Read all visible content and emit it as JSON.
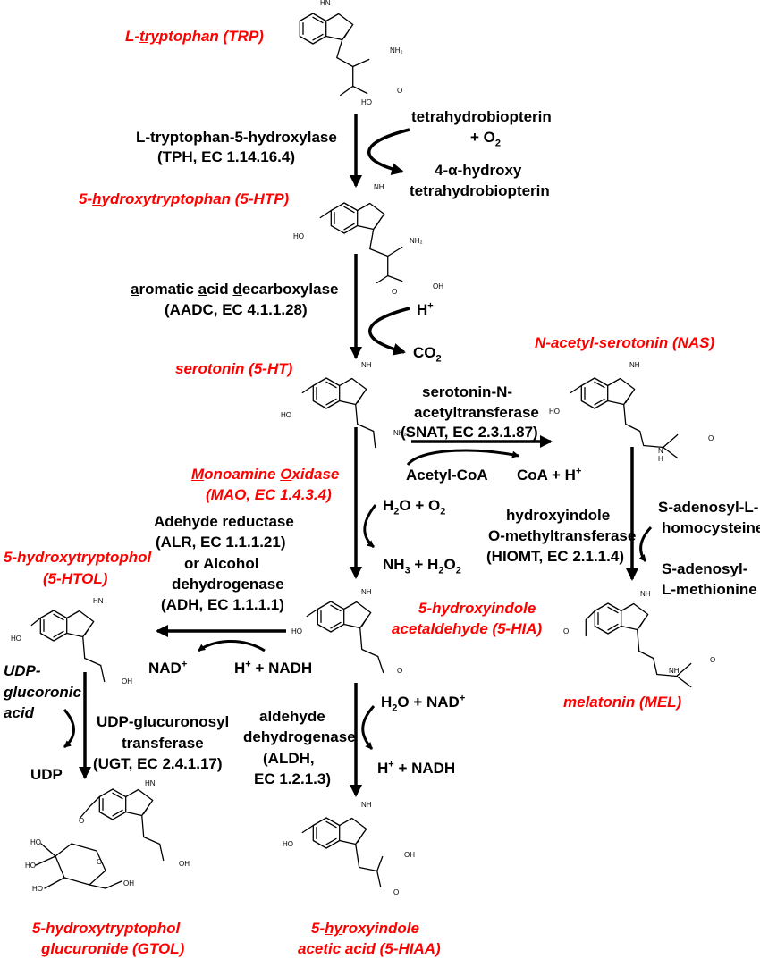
{
  "compounds": {
    "trp": {
      "pre": "L-",
      "u": "try",
      "post": "ptophan (TRP)"
    },
    "htp": {
      "pre": "5-",
      "u": "h",
      "post": "ydroxytryptophan (5-HTP)"
    },
    "ht": "serotonin (5-HT)",
    "nas": "N-acetyl-serotonin (NAS)",
    "htol1": "5-hydroxytryptophol",
    "htol2": "(5-HTOL)",
    "hia1": "5-hydroxyindole",
    "hia2": "acetaldehyde (5-HIA)",
    "mel": "melatonin (MEL)",
    "gtol1": "5-hydroxytryptophol",
    "gtol2": "glucuronide (GTOL)",
    "hiaa1": {
      "pre": "5-",
      "u": "hy",
      "post": "roxyindole"
    },
    "hiaa2": "acetic acid (5-HIAA)"
  },
  "enzymes": {
    "tph1": "L-tryptophan-5-hydroxylase",
    "tph2": "(TPH, EC 1.14.16.4)",
    "aadc1": {
      "u1": "a",
      "t1": "romatic ",
      "u2": "a",
      "t2": "cid ",
      "u3": "d",
      "t3": "ecarboxylase"
    },
    "aadc2": "(AADC, EC 4.1.1.28)",
    "snat1": "serotonin-N-",
    "snat2": "acetyltransferase",
    "snat3": "(SNAT, EC 2.3.1.87)",
    "mao1": {
      "u1": "M",
      "t1": "onoamine ",
      "u2": "O",
      "t2": "xidase"
    },
    "mao2": "(MAO, EC 1.4.3.4)",
    "alr1": "Adehyde reductase",
    "alr2": "(ALR, EC 1.1.1.21)",
    "alr3": "or Alcohol",
    "alr4": "dehydrogenase",
    "alr5": "(ADH, EC 1.1.1.1)",
    "hiomt1": "hydroxyindole",
    "hiomt2": "O-methyltransferase",
    "hiomt3": "(HIOMT, EC 2.1.1.4)",
    "ugt1": "UDP-glucuronosyl",
    "ugt2": "transferase",
    "ugt3": "(UGT, EC 2.4.1.17)",
    "aldh1": "aldehyde",
    "aldh2": "dehydrogenase",
    "aldh3": "(ALDH,",
    "aldh4": "EC 1.2.1.3)"
  },
  "cofactors": {
    "bh4_1": "tetrahydrobiopterin",
    "bh4_2": "+ O",
    "bh4_2sub": "2",
    "hbh4_1": "4-α-hydroxy",
    "hbh4_2": "tetrahydrobiopterin",
    "h": "H",
    "h_sup": "+",
    "co2": "CO",
    "co2_sub": "2",
    "acoa": "Acetyl-CoA",
    "coa": "CoA + H",
    "coa_sup": "+",
    "h2o_o2": {
      "a": "H",
      "b": "2",
      "c": "O + O",
      "d": "2"
    },
    "nh3_h2o2": {
      "a": "NH",
      "b": "3",
      "c": " + H",
      "d": "2",
      "e": "O",
      "f": "2"
    },
    "sah1": "S-adenosyl-L-",
    "sah2": "homocysteine",
    "sam1": "S-adenosyl-",
    "sam2": "L-methionine",
    "nad": "NAD",
    "nad_sup": "+",
    "hnadh": {
      "a": "H",
      "b": "+",
      "c": " + NADH"
    },
    "h2o_nad": {
      "a": "H",
      "b": "2",
      "c": "O + NAD",
      "d": "+"
    },
    "hnadh2": {
      "a": "H",
      "b": "+",
      "c": " + NADH"
    },
    "udpga1": "UDP-",
    "udpga2": "glucoronic",
    "udpga3": "acid",
    "udp": "UDP"
  },
  "atoms": {
    "hn": "HN",
    "nh": "NH",
    "nh2": "NH₂",
    "ho": "HO",
    "oh": "OH",
    "o": "O",
    "n": "N",
    "h": "H"
  }
}
